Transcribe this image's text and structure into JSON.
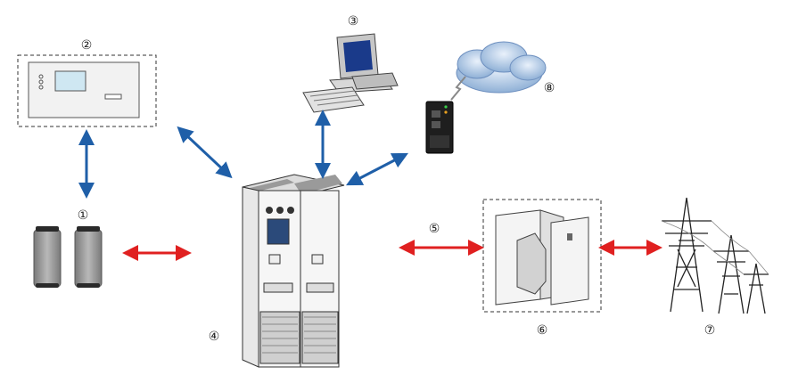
{
  "labels": {
    "battery": "①",
    "bms_panel": "②",
    "computer": "③",
    "pcs_cabinet": "④",
    "ac_link": "⑤",
    "transformer": "⑥",
    "grid": "⑦",
    "cloud_gateway": "⑧"
  },
  "colors": {
    "comm_arrow": "#1f5fa8",
    "power_arrow": "#e02020",
    "dashed_border": "#333333"
  },
  "icons": {
    "battery": "battery-icon",
    "bms_panel": "control-panel-icon",
    "computer": "computer-icon",
    "pcs_cabinet": "pcs-cabinet-icon",
    "transformer": "transformer-icon",
    "grid": "power-tower-icon",
    "cloud": "cloud-icon",
    "gateway": "gateway-router-icon"
  }
}
